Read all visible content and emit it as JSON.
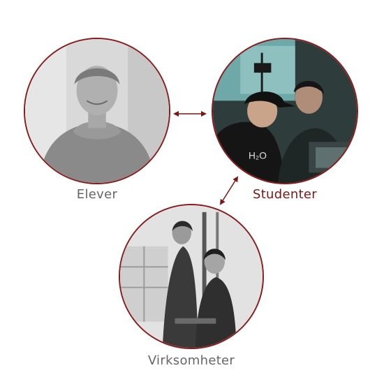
{
  "nodes": {
    "elever": {
      "label": "Elever",
      "state": "inactive",
      "photo": "student-portrait-grayscale"
    },
    "studenter": {
      "label": "Studenter",
      "state": "active",
      "photo": "two-students-at-laptop-color"
    },
    "virksomheter": {
      "label": "Virksomheter",
      "state": "inactive",
      "photo": "two-people-in-workshop-grayscale"
    }
  },
  "connections": [
    {
      "from": "Elever",
      "to": "Studenter",
      "type": "double-arrow"
    },
    {
      "from": "Studenter",
      "to": "Virksomheter",
      "type": "double-arrow"
    }
  ],
  "colors": {
    "ring": "#8b1a1a",
    "arrow": "#7a1616",
    "active_label": "#7a1616",
    "inactive_label": "#666666"
  }
}
